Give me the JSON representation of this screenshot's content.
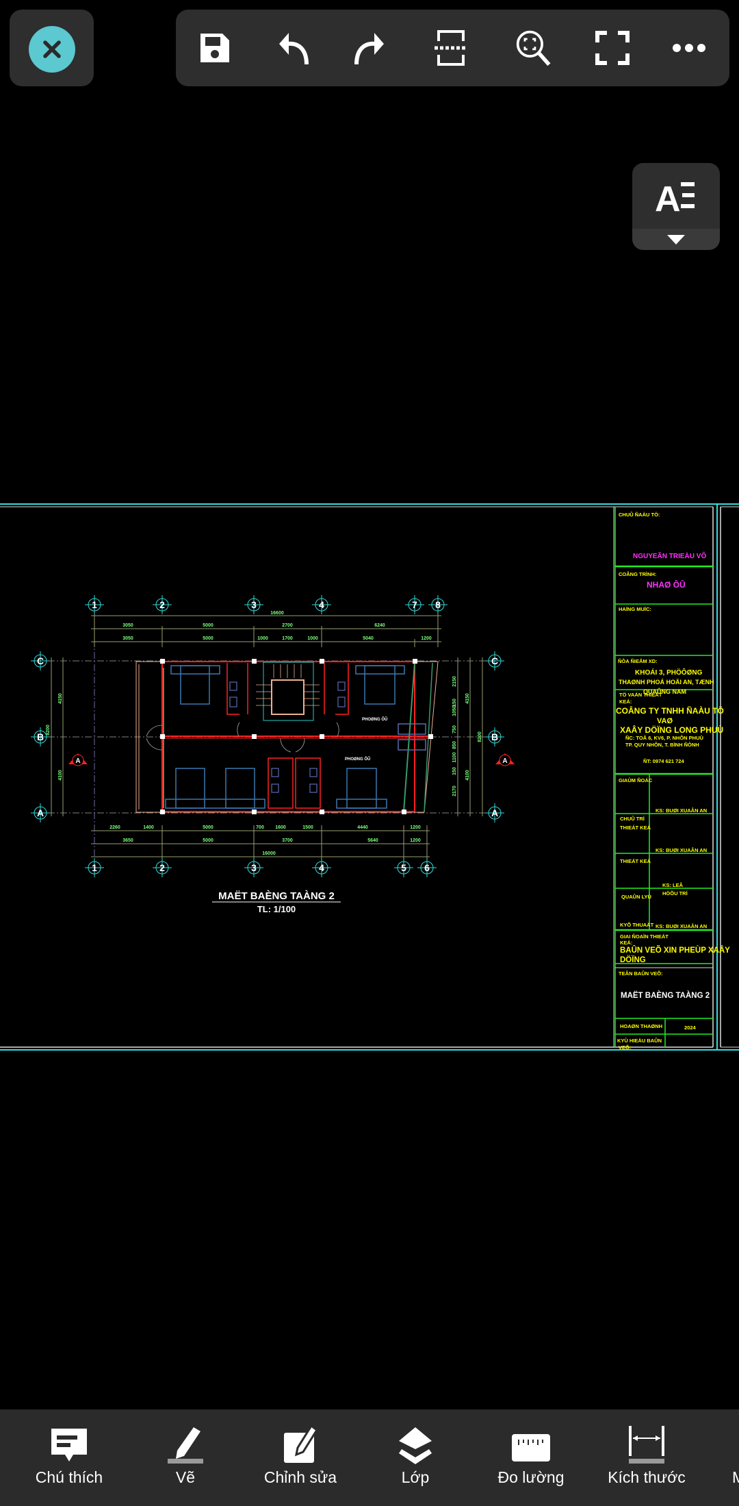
{
  "toolbar": {
    "close": "close",
    "icons": [
      "save-icon",
      "undo-icon",
      "redo-icon",
      "split-view-icon",
      "zoom-extents-icon",
      "fullscreen-icon",
      "more-icon"
    ]
  },
  "text_style_button": {
    "glyph": "A"
  },
  "plan": {
    "grid_top": [
      "1",
      "2",
      "3",
      "4",
      "7",
      "8"
    ],
    "grid_bottom": [
      "1",
      "2",
      "3",
      "4",
      "5",
      "6"
    ],
    "grid_rows": [
      "C",
      "B",
      "A"
    ],
    "dims_top_total": "16600",
    "dims_top_row2": [
      "3050",
      "5000",
      "2700",
      "6240"
    ],
    "dims_top_row3": [
      "3050",
      "5000",
      "1000",
      "1700",
      "1000",
      "5040",
      "1200"
    ],
    "dims_bottom_row1": [
      "2260",
      "1400",
      "5000",
      "700",
      "1600",
      "1500",
      "4440",
      "1200"
    ],
    "dims_bottom_row2": [
      "3650",
      "5000",
      "3700",
      "5640",
      "1200"
    ],
    "dims_bottom_total": "16000",
    "dims_left": [
      "4150",
      "8200",
      "4100"
    ],
    "dims_right_inner": [
      "2150",
      "1050",
      "150",
      "750",
      "850",
      "1100",
      "150",
      "2170"
    ],
    "dims_right_outer": [
      "4150",
      "8200",
      "4100"
    ],
    "room_label_1": "PHOØNG ÔÛ",
    "room_label_2": "PHOØNG ÔÛ",
    "section_marker": "A",
    "title": "MAËT BAÈNG TAÀNG 2",
    "scale": "TL: 1/100"
  },
  "title_block": {
    "owner_label": "CHUÛ ÑAÀU TÖ:",
    "owner": "NGUYEÃN TRIEÀU VÕ",
    "project_label": "COÂNG TRÌNH:",
    "project": "NHAØ ÔÛ",
    "item_label": "HAÏNG MUÏC:",
    "location_label": "ÑÒA ÑIEÅM XD:",
    "location_1": "KHOÁI 3, PHÖÔØNG",
    "location_2": "THAØNH PHOÁ HOÄI AN, TÆNH",
    "location_3": "QUAÛNG NAM",
    "consultant_label_1": "TÖ VAÁN THIEÁT",
    "consultant_label_2": "KEÁ:",
    "company_1": "COÂNG TY TNHH ÑAÀU TÖ",
    "company_2": "VAØ",
    "company_3": "XAÂY DÖÏNG LONG PHUÙ",
    "address_1": "ÑC: TOÅ 6, KV6, P. NHÔN PHUÙ",
    "address_2": "TP. QUY NHÔN, T. BÌNH ÑÒNH",
    "phone": "ÑT: 0974 621 724",
    "director_label": "GIAÙM ÑOÁC",
    "director": "KS: BUØI XUAÂN AN",
    "lead_label_1": "CHUÛ TRÌ",
    "lead_label_2": "THIEÁT KEÁ",
    "lead": "KS: BUØI XUAÂN AN",
    "designer_label": "THIEÁT KEÁ",
    "designer_1": "KS: LEÂ",
    "designer_2": "HÖÕU TRÍ",
    "qc_label_1": "QUAÛN LYÙ",
    "qc_label_2": "KYÕ THUAÄT",
    "qc": "KS: BUØI XUAÂN AN",
    "phase_label_1": "GIAI ÑOAÏN THIEÁT",
    "phase_label_2": "KEÁ:",
    "phase_1": "BAÛN VEÕ XIN PHEÙP XAÂY",
    "phase_2": "DÖÏNG",
    "sheet_name_label": "TEÂN BAÛN VEÕ:",
    "sheet_name": "MAËT BAÈNG TAÀNG 2",
    "completed_label": "HOAØN THAØNH",
    "completed": "2024",
    "sheet_code_label_1": "KYÙ HIEÄU BAÛN",
    "sheet_code_label_2": "VEÕ:"
  },
  "bottom_bar": {
    "items": [
      {
        "label": "Chú thích",
        "icon": "comment-icon"
      },
      {
        "label": "Vẽ",
        "icon": "pencil-icon"
      },
      {
        "label": "Chỉnh sửa",
        "icon": "edit-icon"
      },
      {
        "label": "Lớp",
        "icon": "layers-icon"
      },
      {
        "label": "Đo lường",
        "icon": "ruler-icon"
      },
      {
        "label": "Kích thước",
        "icon": "dimension-icon"
      },
      {
        "label": "M",
        "icon": "more-tools"
      }
    ]
  },
  "colors": {
    "accent": "#5cc8d0",
    "wall": "#ff2020",
    "dim_text": "#7cff7c",
    "title_block_text": "#ffff00",
    "magenta": "#ff33ff",
    "frame": "#33dddd"
  }
}
